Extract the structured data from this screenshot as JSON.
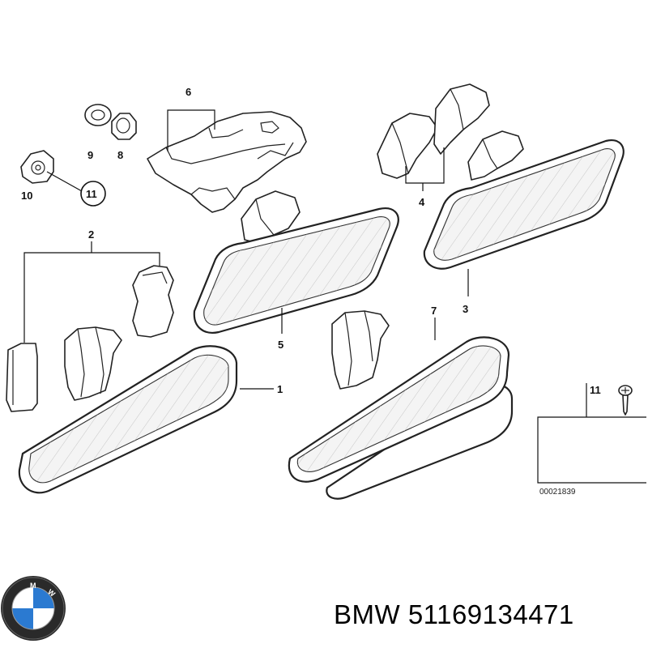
{
  "diagram": {
    "callouts": {
      "c1": "1",
      "c2": "2",
      "c3": "3",
      "c4": "4",
      "c5": "5",
      "c6": "6",
      "c7": "7",
      "c8": "8",
      "c9": "9",
      "c10": "10",
      "c11": "11"
    },
    "legend_box_number": "11",
    "reference_code": "00021839"
  },
  "footer": {
    "brand": "BMW",
    "part_number": "51169134471",
    "logo_text": "BMW"
  }
}
